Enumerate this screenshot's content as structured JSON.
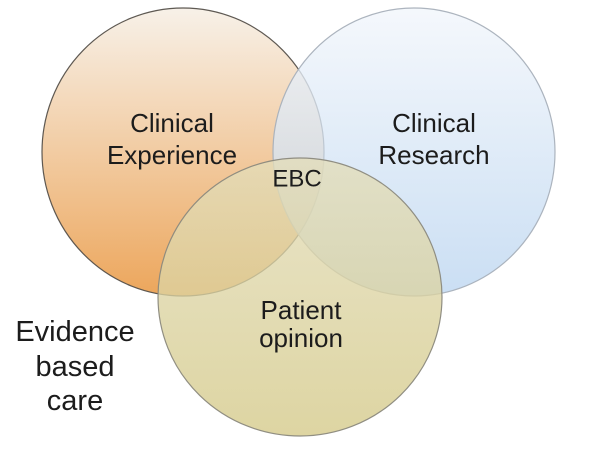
{
  "figure": {
    "background_color": "#ffffff",
    "text_color": "#1c1c1c",
    "center_label": "EBC",
    "caption": {
      "full_text": "Evidence based care",
      "lines": [
        "Evidence",
        "based",
        "care"
      ]
    },
    "circles": [
      {
        "id": "clinical-experience",
        "label": "Clinical Experience",
        "label_lines": [
          "Clinical",
          "Experience"
        ],
        "gradient_top": "#f5ede2",
        "gradient_bottom": "#e78d2e",
        "stroke": "#55504a"
      },
      {
        "id": "clinical-research",
        "label": "Clinical Research",
        "label_lines": [
          "Clinical",
          "Research"
        ],
        "gradient_top": "#f2f6fb",
        "gradient_bottom": "#bbd5f0",
        "stroke": "#a8b0ba"
      },
      {
        "id": "patient-opinion",
        "label": "Patient opinion",
        "label_lines": [
          "Patient",
          "opinion"
        ],
        "gradient_top": "#e3ddba",
        "gradient_bottom": "#d4c988",
        "stroke": "#8b897d"
      }
    ]
  }
}
